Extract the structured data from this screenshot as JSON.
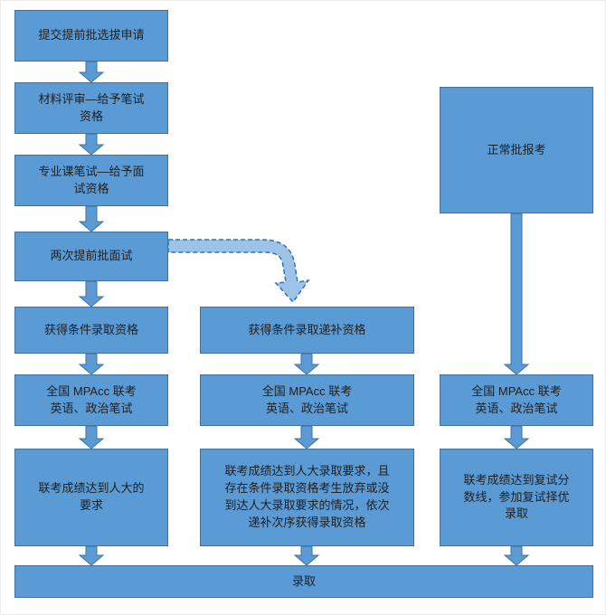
{
  "colors": {
    "box_fill": "#5b9bd5",
    "box_border": "#41719c",
    "arrow_fill": "#5b9bd5",
    "arrow_border": "#41719c",
    "dashed_arrow_fill": "#9dc3e6",
    "dashed_arrow_border": "#2e75b6",
    "text": "#202020",
    "background": "#ffffff"
  },
  "nodes": {
    "early_1": {
      "label": "提交提前批选拔申请"
    },
    "early_2": {
      "label": "材料评审—给予笔试\n资格"
    },
    "early_3": {
      "label": "专业课笔试—给予面\n试资格"
    },
    "early_4": {
      "label": "两次提前批面试"
    },
    "early_5": {
      "label": "获得条件录取资格"
    },
    "early_6": {
      "label": "全国 MPAcc 联考\n英语、政治笔试"
    },
    "early_7": {
      "label": "联考成绩达到人大的\n要求"
    },
    "supp_1": {
      "label": "获得条件录取递补资格"
    },
    "supp_2": {
      "label": "全国 MPAcc 联考\n英语、政治笔试"
    },
    "supp_3": {
      "label": "联考成绩达到人大录取要求，且\n存在条件录取资格考生放弃或没\n到达人大录取要求的情况，依次\n递补次序获得录取资格"
    },
    "normal_1": {
      "label": "正常批报考"
    },
    "normal_2": {
      "label": "全国 MPAcc 联考\n英语、政治笔试"
    },
    "normal_3": {
      "label": "联考成绩达到复试分\n数线，参加复试择优\n录取"
    },
    "final": {
      "label": "录取"
    }
  }
}
